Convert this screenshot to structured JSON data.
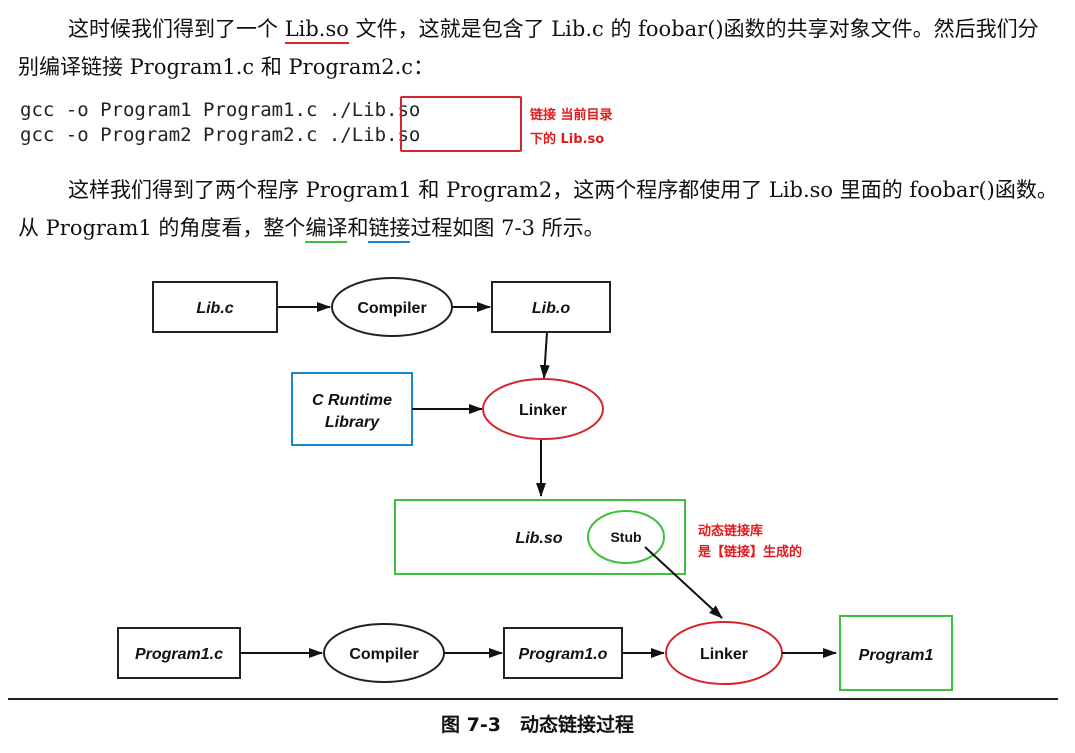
{
  "paragraph1": {
    "part1": "这时候我们得到了一个 ",
    "lib_so": "Lib.so",
    "part2": " 文件，这就是包含了 Lib.c 的 foobar()函数的共享对象文件。然后我们分别编译链接 Program1.c 和 Program2.c："
  },
  "code": {
    "line1_prefix": "gcc -o Program1 Program1.c ",
    "line1_arg": "./Lib.so",
    "line2_prefix": "gcc -o Program2 Program2.c ",
    "line2_arg": "./Lib.so"
  },
  "code_note": {
    "line1": "链接 当前目录",
    "line2": "下的 Lib.so"
  },
  "paragraph2": {
    "part1": "这样我们得到了两个程序 Program1 和 Program2，这两个程序都使用了 Lib.so 里面的 foobar()函数。从 Program1 的角度看，整个",
    "compile": "编译",
    "and": "和",
    "link": "链接",
    "part2": "过程如图 7-3 所示。"
  },
  "diagram": {
    "lib_c": "Lib.c",
    "compiler1": "Compiler",
    "lib_o": "Lib.o",
    "c_runtime_line1": "C Runtime",
    "c_runtime_line2": "Library",
    "linker1": "Linker",
    "lib_so": "Lib.so",
    "stub": "Stub",
    "program1_c": "Program1.c",
    "compiler2": "Compiler",
    "program1_o": "Program1.o",
    "linker2": "Linker",
    "program1": "Program1"
  },
  "diagram_note": {
    "line1": "动态链接库",
    "line2": "是【链接】生成的"
  },
  "caption": "图 7-3　动态链接过程",
  "colors": {
    "red": "#d6262b",
    "green": "#3fbf3f",
    "blue": "#1b86d6"
  }
}
